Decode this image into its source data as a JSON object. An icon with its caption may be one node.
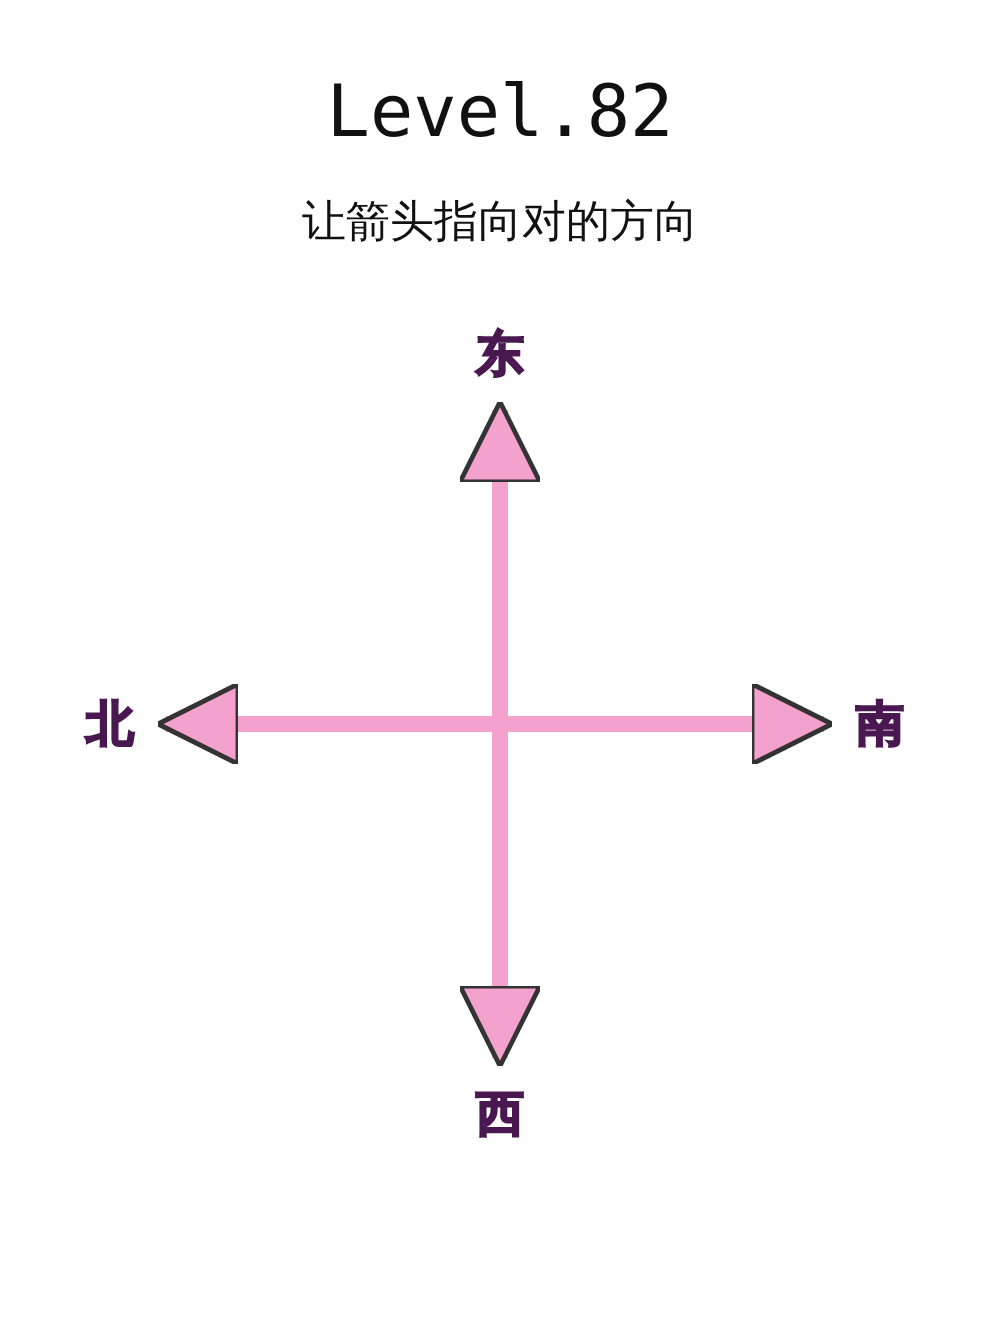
{
  "diagram": {
    "title": "Level.82",
    "nodes": [
      {
        "text": [
          "东"
        ]
      },
      {
        "text": [
          "北"
        ]
      },
      {
        "text": [
          "南"
        ]
      },
      {
        "text": [
          "西"
        ]
      }
    ],
    "edges": [
      {
        "from": 0,
        "to": 3,
        "arrow": "both"
      },
      {
        "from": 1,
        "to": 2,
        "arrow": "both"
      }
    ],
    "labels": [
      "让箭头指向对的方向"
    ]
  }
}
